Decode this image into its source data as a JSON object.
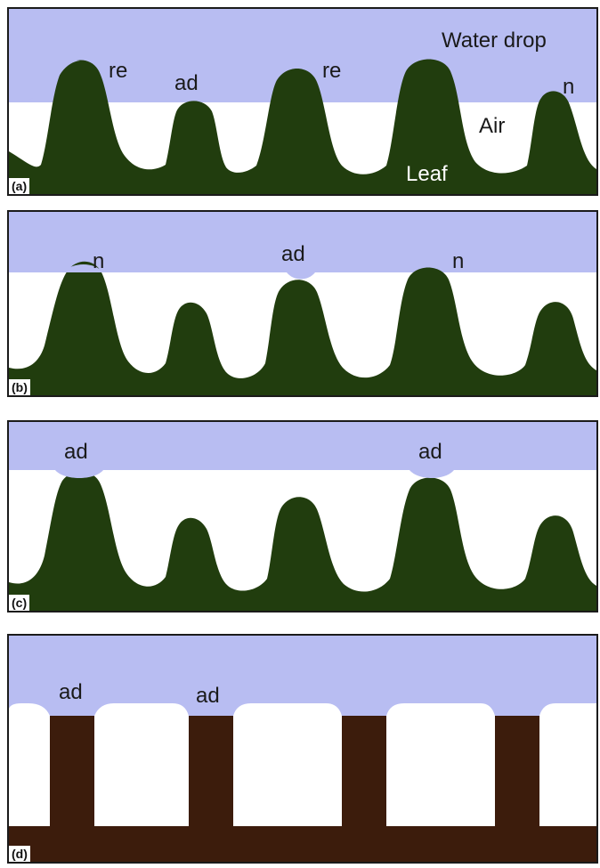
{
  "colors": {
    "water": "#b8bdf2",
    "leaf": "#213d0e",
    "pillar": "#3c1c0c",
    "air": "#ffffff"
  },
  "panel_a": {
    "tag": "(a)",
    "water_label": "Water drop",
    "air_label": "Air",
    "leaf_label": "Leaf",
    "peak_labels": [
      "re",
      "ad",
      "re",
      "n"
    ]
  },
  "panel_b": {
    "tag": "(b)",
    "peak_labels": [
      "n",
      "ad",
      "n"
    ]
  },
  "panel_c": {
    "tag": "(c)",
    "peak_labels": [
      "ad",
      "ad"
    ]
  },
  "panel_d": {
    "tag": "(d)",
    "pillar_labels": [
      "ad",
      "ad"
    ]
  }
}
